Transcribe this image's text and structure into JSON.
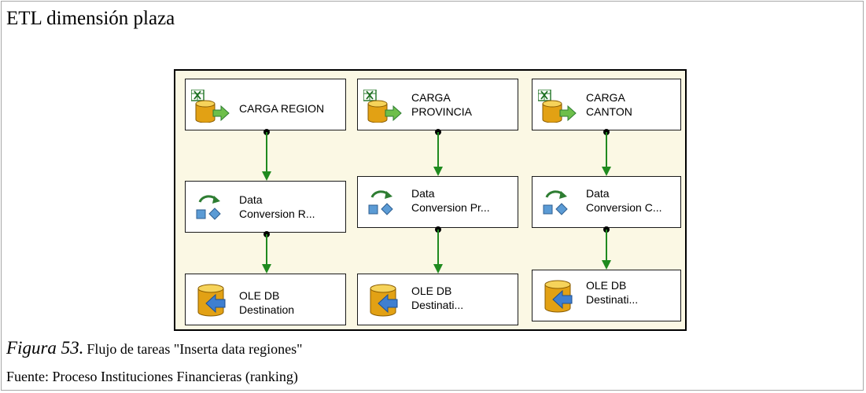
{
  "header": {
    "title": "ETL dimensión plaza"
  },
  "flow": {
    "columns": [
      {
        "source": {
          "line1": "CARGA REGION",
          "line2": ""
        },
        "conversion": {
          "line1": "Data",
          "line2": "Conversion  R..."
        },
        "destination": {
          "line1": "OLE DB",
          "line2": "Destination"
        }
      },
      {
        "source": {
          "line1": "CARGA",
          "line2": "PROVINCIA"
        },
        "conversion": {
          "line1": "Data",
          "line2": "Conversion Pr..."
        },
        "destination": {
          "line1": "OLE DB",
          "line2": "Destinati..."
        }
      },
      {
        "source": {
          "line1": "CARGA",
          "line2": "CANTON"
        },
        "conversion": {
          "line1": "Data",
          "line2": "Conversion C..."
        },
        "destination": {
          "line1": "OLE DB",
          "line2": "Destinati..."
        }
      }
    ]
  },
  "caption": {
    "figure": "Figura 53.",
    "title": "Flujo de tareas \"Inserta data regiones\"",
    "source": "Fuente: Proceso Instituciones Financieras (ranking)"
  }
}
